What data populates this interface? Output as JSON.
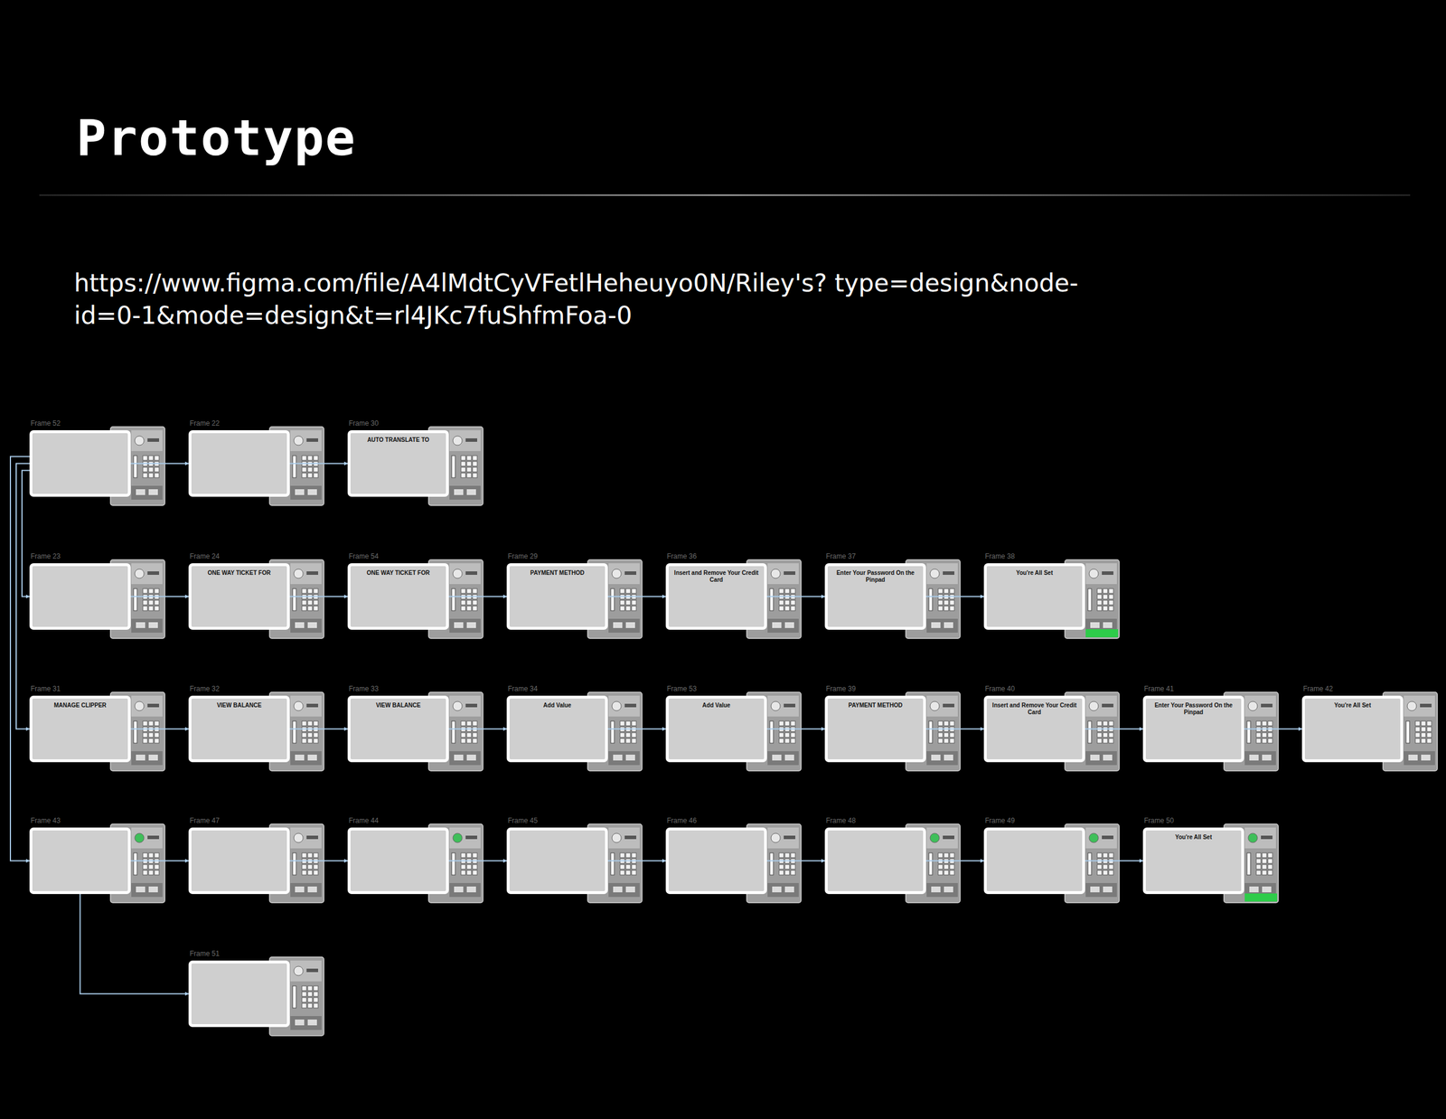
{
  "diagram": {
    "title": "Prototype",
    "nodes": [
      {
        "text": [
          "Frame 52"
        ]
      },
      {
        "text": [
          "Frame 22"
        ]
      },
      {
        "text": [
          "Frame 30",
          "AUTO TRANSLATE TO"
        ]
      },
      {
        "text": [
          "Frame 23"
        ]
      },
      {
        "text": [
          "Frame 24",
          "ONE WAY TICKET FOR"
        ]
      },
      {
        "text": [
          "Frame 54",
          "ONE WAY TICKET FOR"
        ]
      },
      {
        "text": [
          "Frame 29",
          "PAYMENT METHOD"
        ]
      },
      {
        "text": [
          "Frame 36",
          "Insert and Remove Your Credit Card"
        ]
      },
      {
        "text": [
          "Frame 37",
          "Enter Your Password On the Pinpad"
        ]
      },
      {
        "text": [
          "Frame 38",
          "You're All Set"
        ]
      },
      {
        "text": [
          "Frame 31",
          "MANAGE CLIPPER"
        ]
      },
      {
        "text": [
          "Frame 32",
          "VIEW BALANCE"
        ]
      },
      {
        "text": [
          "Frame 33",
          "VIEW BALANCE"
        ]
      },
      {
        "text": [
          "Frame 34",
          "Add Value"
        ]
      },
      {
        "text": [
          "Frame 53",
          "Add Value"
        ]
      },
      {
        "text": [
          "Frame 39",
          "PAYMENT METHOD"
        ]
      },
      {
        "text": [
          "Frame 40",
          "Insert and Remove Your Credit Card"
        ]
      },
      {
        "text": [
          "Frame 41",
          "Enter Your Password On the Pinpad"
        ]
      },
      {
        "text": [
          "Frame 42",
          "You're All Set"
        ]
      },
      {
        "text": [
          "Frame 43"
        ]
      },
      {
        "text": [
          "Frame 47"
        ]
      },
      {
        "text": [
          "Frame 44"
        ]
      },
      {
        "text": [
          "Frame 45"
        ]
      },
      {
        "text": [
          "Frame 46"
        ]
      },
      {
        "text": [
          "Frame 48"
        ]
      },
      {
        "text": [
          "Frame 49"
        ]
      },
      {
        "text": [
          "Frame 50",
          "You're All Set"
        ]
      },
      {
        "text": [
          "Frame 51"
        ]
      }
    ],
    "edges": [
      {
        "from": 0,
        "to": 1,
        "arrow": "to"
      },
      {
        "from": 1,
        "to": 2,
        "arrow": "to"
      },
      {
        "from": 0,
        "to": 3,
        "arrow": "to"
      },
      {
        "from": 0,
        "to": 10,
        "arrow": "to"
      },
      {
        "from": 0,
        "to": 19,
        "arrow": "to"
      },
      {
        "from": 3,
        "to": 4,
        "arrow": "to"
      },
      {
        "from": 4,
        "to": 5,
        "arrow": "to"
      },
      {
        "from": 5,
        "to": 6,
        "arrow": "to"
      },
      {
        "from": 6,
        "to": 7,
        "arrow": "to"
      },
      {
        "from": 7,
        "to": 8,
        "arrow": "to"
      },
      {
        "from": 8,
        "to": 9,
        "arrow": "to"
      },
      {
        "from": 10,
        "to": 11,
        "arrow": "to"
      },
      {
        "from": 11,
        "to": 12,
        "arrow": "to"
      },
      {
        "from": 12,
        "to": 13,
        "arrow": "to"
      },
      {
        "from": 13,
        "to": 14,
        "arrow": "to"
      },
      {
        "from": 14,
        "to": 15,
        "arrow": "to"
      },
      {
        "from": 15,
        "to": 16,
        "arrow": "to"
      },
      {
        "from": 16,
        "to": 17,
        "arrow": "to"
      },
      {
        "from": 17,
        "to": 18,
        "arrow": "to"
      },
      {
        "from": 19,
        "to": 20,
        "arrow": "to"
      },
      {
        "from": 20,
        "to": 21,
        "arrow": "to"
      },
      {
        "from": 21,
        "to": 22,
        "arrow": "to"
      },
      {
        "from": 22,
        "to": 23,
        "arrow": "to"
      },
      {
        "from": 23,
        "to": 24,
        "arrow": "to"
      },
      {
        "from": 24,
        "to": 25,
        "arrow": "to"
      },
      {
        "from": 25,
        "to": 26,
        "arrow": "to"
      },
      {
        "from": 19,
        "to": 27,
        "arrow": "to"
      }
    ],
    "labels": [
      "https://www.figma.com/file/A4lMdtCyVFetlHeheuyo0N/Riley's? type=design&node-id=0-1&mode=design&t=rl4JKc7fuShfmFoa-0"
    ]
  }
}
